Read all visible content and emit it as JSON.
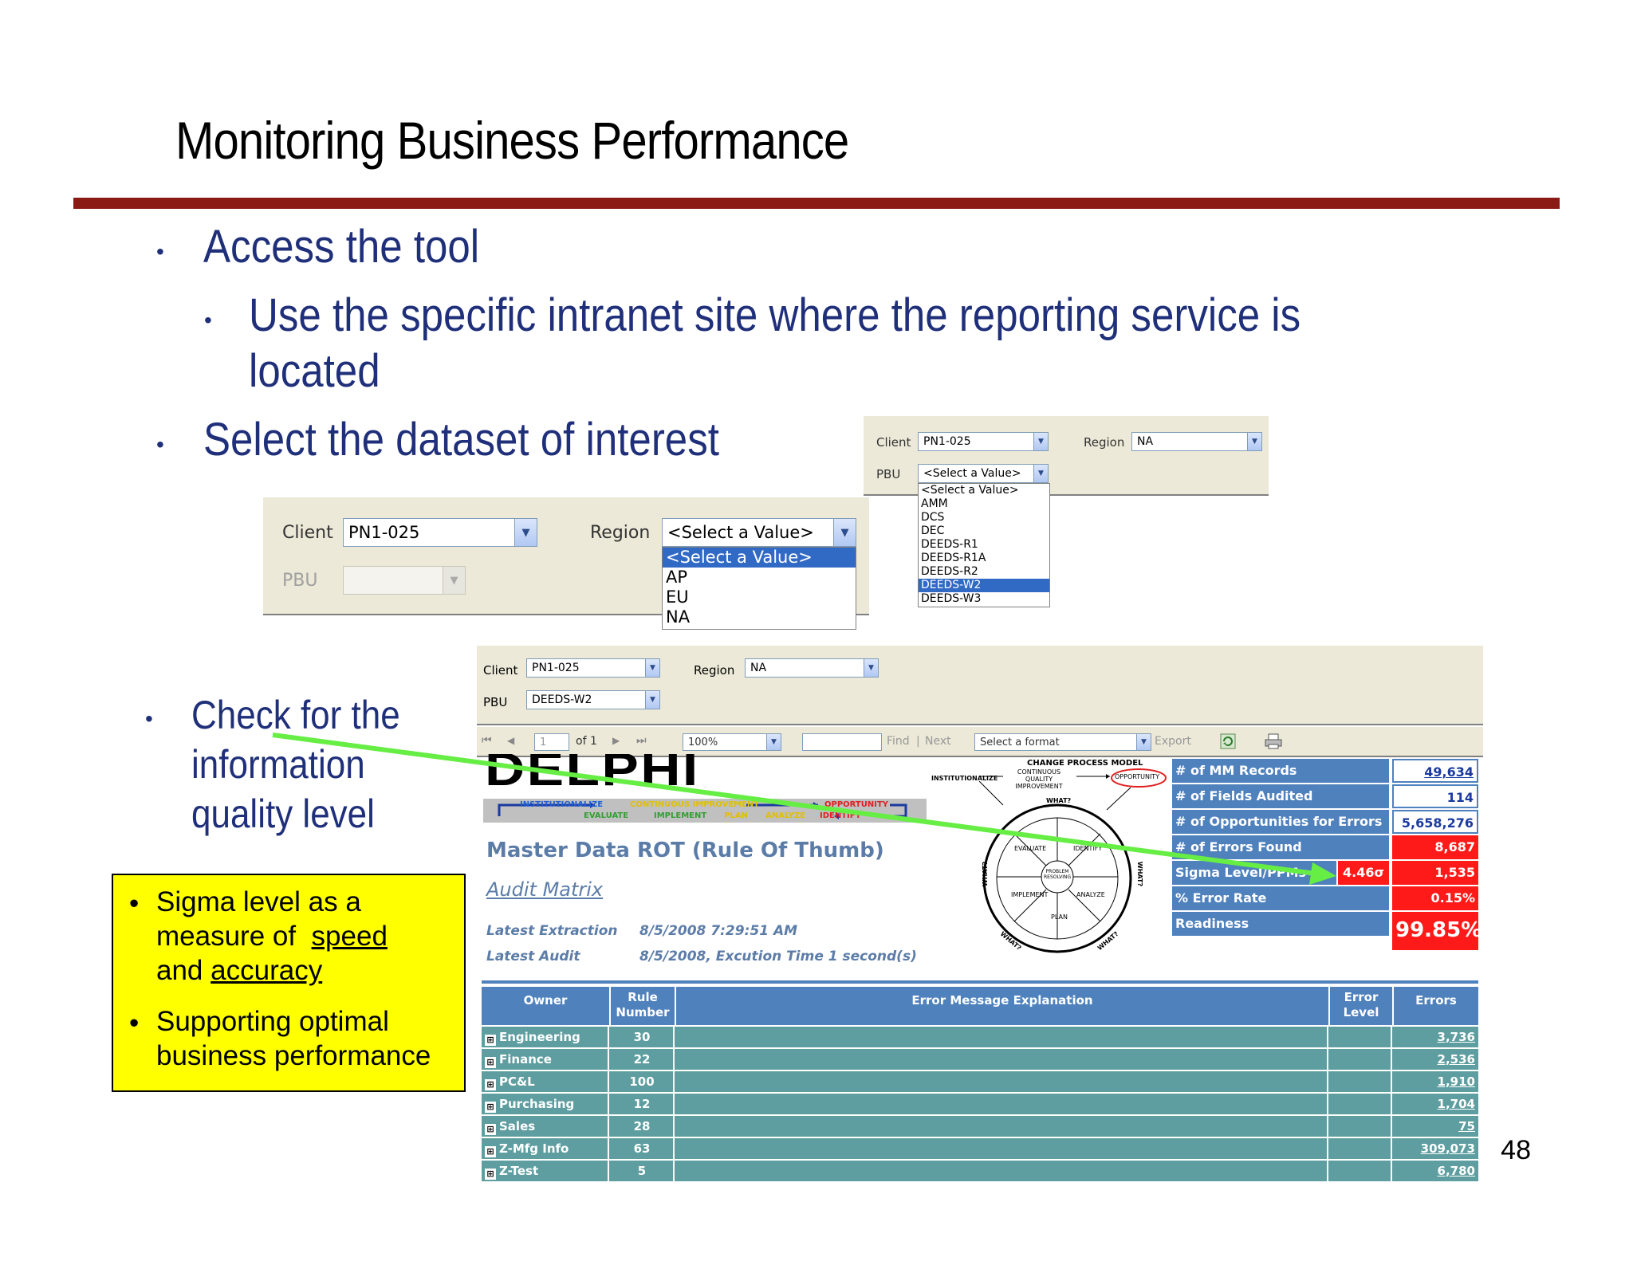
{
  "slide": {
    "title": "Monitoring Business Performance",
    "bullet_dot": "•",
    "bullets": {
      "access": "Access the tool",
      "intranet_line1": "Use the specific intranet site where the reporting service is",
      "intranet_line2": "located",
      "select": "Select the dataset of interest",
      "check_line1": "Check for the",
      "check_line2": "information",
      "check_line3": "quality level"
    },
    "callout": {
      "item1_line1": "Sigma level as a",
      "item1_line2_pre": "measure of",
      "item1_line2_link": "speed",
      "item1_line3_pre": "and",
      "item1_line3_link": "accuracy",
      "item2_line1": "Supporting optimal",
      "item2_line2": "business performance"
    },
    "page_number": "48",
    "colors": {
      "title_rule": "#8b1a14",
      "bullet_text": "#1f2f7a",
      "callout_bg": "#ffff00",
      "arrow": "#66ee44"
    }
  },
  "shot_region": {
    "client_label": "Client",
    "client_value": "PN1-025",
    "region_label": "Region",
    "region_value": "<Select a Value>",
    "pbu_label": "PBU",
    "options": [
      "<Select a Value>",
      "AP",
      "EU",
      "NA"
    ],
    "selected_index": 0
  },
  "shot_pbu": {
    "client_label": "Client",
    "client_value": "PN1-025",
    "region_label": "Region",
    "region_value": "NA",
    "pbu_label": "PBU",
    "pbu_value": "<Select a Value>",
    "options": [
      "<Select a Value>",
      "AMM",
      "DCS",
      "DEC",
      "DEEDS-R1",
      "DEEDS-R1A",
      "DEEDS-R2",
      "DEEDS-W2",
      "DEEDS-W3"
    ],
    "selected_index": 7
  },
  "report": {
    "params": {
      "client_label": "Client",
      "client_value": "PN1-025",
      "region_label": "Region",
      "region_value": "NA",
      "pbu_label": "PBU",
      "pbu_value": "DEEDS-W2"
    },
    "toolbar": {
      "page_value": "1",
      "of_label": "of 1",
      "zoom_value": "100%",
      "find_label": "Find",
      "separator": "|",
      "next_label": "Next",
      "format_value": "Select a format",
      "export_label": "Export"
    },
    "logo_text": "DELPHI",
    "process_strip": {
      "institutionalize": "INSTITUTIONALIZE",
      "continuous": "CONTINUOUS IMPROVEMENT",
      "opportunity": "OPPORTUNITY",
      "evaluate": "EVALUATE",
      "implement": "IMPLEMENT",
      "plan": "PLAN",
      "analyze": "ANALYZE",
      "identify": "IDENTIFY"
    },
    "change_model": {
      "title": "CHANGE PROCESS MODEL",
      "institutionalize": "INSTITUTIONALIZE",
      "continuous": "CONTINUOUS QUALITY IMPROVEMENT",
      "opportunity": "OPPORTUNITY",
      "what_top": "WHAT?",
      "what_left": "WHAT?",
      "what_right": "WHAT?",
      "what_bl": "WHAT?",
      "what_br": "WHAT?",
      "evaluate": "EVALUATE",
      "identify": "IDENTIFY",
      "implement": "IMPLEMENT",
      "analyze": "ANALYZE",
      "plan": "PLAN",
      "center": "PROBLEM RESOLVING"
    },
    "report_title": "Master Data ROT (Rule Of Thumb)",
    "report_subtitle": "Audit Matrix",
    "latest_extraction_label": "Latest Extraction",
    "latest_extraction_value": "8/5/2008 7:29:51 AM",
    "latest_audit_label": "Latest Audit",
    "latest_audit_value": "8/5/2008, Excution Time 1 second(s)",
    "metrics": [
      {
        "label": "# of MM Records",
        "value": "49,634",
        "style": "link"
      },
      {
        "label": "# of Fields Audited",
        "value": "114",
        "style": "blue"
      },
      {
        "label": "# of Opportunities for Errors",
        "value": "5,658,276",
        "style": "blue"
      },
      {
        "label": "# of Errors Found",
        "value": "8,687",
        "style": "red"
      },
      {
        "label": "Sigma Level/PPMs",
        "sigma": "4.46σ",
        "value": "1,535",
        "style": "red"
      },
      {
        "label": "% Error Rate",
        "value": "0.15%",
        "style": "red"
      },
      {
        "label": "Readiness",
        "value": "99.85%",
        "style": "red-big"
      }
    ],
    "table": {
      "headers": {
        "owner": "Owner",
        "rule1": "Rule",
        "rule2": "Number",
        "expl": "Error Message Explanation",
        "lvl1": "Error",
        "lvl2": "Level",
        "errors": "Errors"
      },
      "expand_glyph": "⊞",
      "rows": [
        {
          "owner": "Engineering",
          "rule": "30",
          "errors": "3,736"
        },
        {
          "owner": "Finance",
          "rule": "22",
          "errors": "2,536"
        },
        {
          "owner": "PC&L",
          "rule": "100",
          "errors": "1,910"
        },
        {
          "owner": "Purchasing",
          "rule": "12",
          "errors": "1,704"
        },
        {
          "owner": "Sales",
          "rule": "28",
          "errors": "75"
        },
        {
          "owner": "Z-Mfg Info",
          "rule": "63",
          "errors": "309,073"
        },
        {
          "owner": "Z-Test",
          "rule": "5",
          "errors": "6,780"
        }
      ]
    }
  },
  "icons": {
    "chevron_down": "▼",
    "first_page": "⏮",
    "prev_page": "◀",
    "next_page": "▶",
    "last_page": "⏭"
  }
}
